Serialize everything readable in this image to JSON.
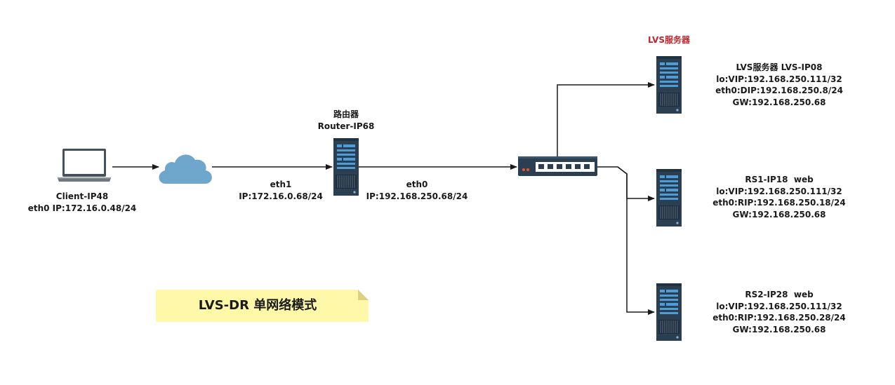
{
  "client": {
    "name": "Client-IP48",
    "ip": "eth0 IP:172.16.0.48/24"
  },
  "router": {
    "title": "路由器",
    "name": "Router-IP68",
    "eth1_name": "eth1",
    "eth1_ip": "IP:172.16.0.68/24",
    "eth0_name": "eth0",
    "eth0_ip": "IP:192.168.250.68/24"
  },
  "lvs": {
    "header": "LVS服务器",
    "name": "LVS服务器 LVS-IP08",
    "vip": "lo:VIP:192.168.250.111/32",
    "dip": "eth0:DIP:192.168.250.8/24",
    "gw": "GW:192.168.250.68"
  },
  "rs1": {
    "name": "RS1-IP18  web",
    "vip": "lo:VIP:192.168.250.111/32",
    "rip": "eth0:RIP:192.168.250.18/24",
    "gw": "GW:192.168.250.68"
  },
  "rs2": {
    "name": "RS2-IP28  web",
    "vip": "lo:VIP:192.168.250.111/32",
    "rip": "eth0:RIP:192.168.250.28/24",
    "gw": "GW:192.168.250.68"
  },
  "note": {
    "text": "LVS-DR 单网络模式"
  },
  "colors": {
    "line": "#1a1a1a",
    "server_body": "#2b3f52",
    "server_light": "#4f9dd8",
    "cloud": "#6fa7cc",
    "switch_body": "#2b3f52",
    "note_fill": "#fff8a8",
    "note_fold": "#d9d184",
    "title_red": "#c0262c"
  },
  "icons": [
    "laptop-icon",
    "cloud-icon",
    "router-server-icon",
    "switch-icon",
    "server-icon"
  ]
}
